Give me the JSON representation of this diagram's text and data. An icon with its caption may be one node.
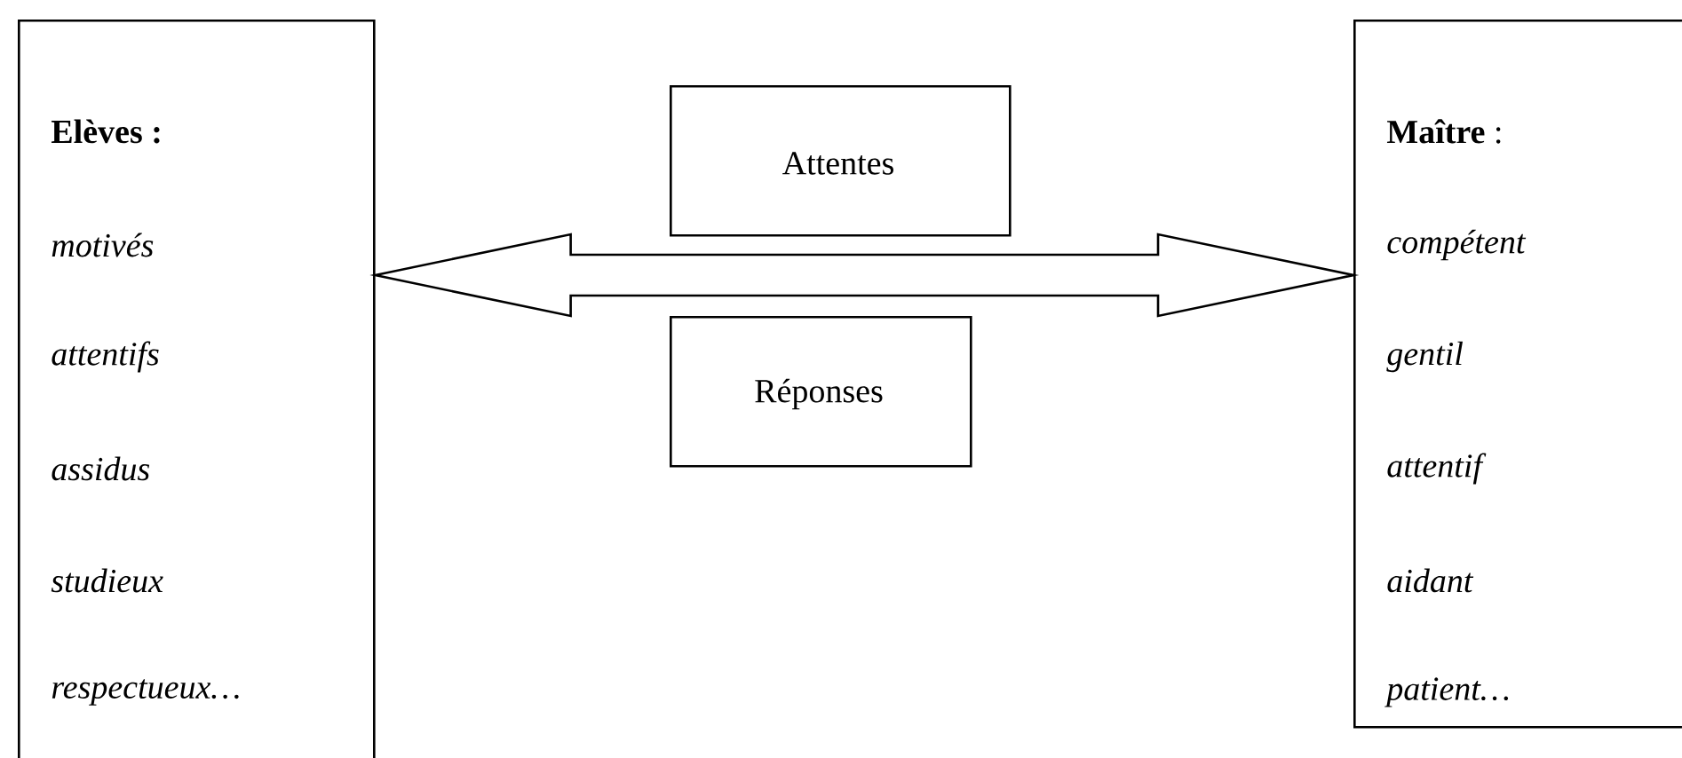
{
  "diagram": {
    "nodes": [
      {
        "text": [
          "Elèves :",
          "motivés",
          "attentifs",
          "assidus",
          "studieux",
          "respectueux…"
        ]
      },
      {
        "text": [
          "Attentes"
        ]
      },
      {
        "text": [
          "Réponses"
        ]
      },
      {
        "text": [
          "**Maître** :",
          "compétent",
          "gentil",
          "attentif",
          "aidant",
          "patient…"
        ]
      }
    ],
    "edges": [
      {
        "from": 0,
        "to": 3,
        "arrow": "both"
      }
    ]
  }
}
